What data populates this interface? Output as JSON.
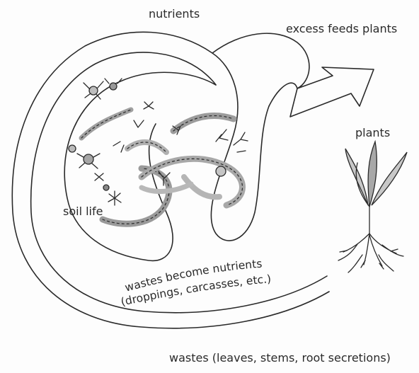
{
  "labels": {
    "nutrients": "nutrients",
    "excess": "excess feeds plants",
    "plants": "plants",
    "soil_life": "soil life",
    "wastes_become_line1": "wastes become nutrients",
    "wastes_become_line2": "(droppings, carcasses, etc.)",
    "wastes_plants": "wastes (leaves, stems, root secretions)"
  },
  "icons": {
    "soil_organisms": "soil-organisms-illustration",
    "plant": "plant-sprout-illustration",
    "cycle_arrow": "nutrient-cycle-arrow"
  },
  "colors": {
    "ink": "#2a2a2a",
    "leaf": "#c8c8c8",
    "background": "#fdfdfd"
  }
}
